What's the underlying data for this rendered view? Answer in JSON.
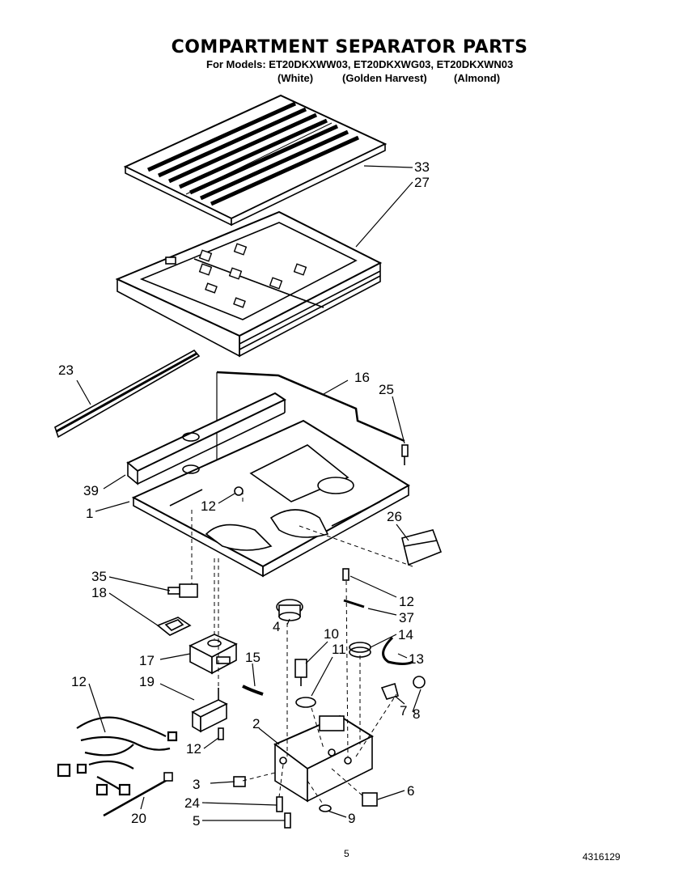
{
  "header": {
    "title": "COMPARTMENT SEPARATOR PARTS",
    "models_label": "For Models:",
    "models": "ET20DKXWW03, ET20DKXWG03, ET20DKXWN03",
    "color_white": "(White)",
    "color_golden": "(Golden Harvest)",
    "color_almond": "(Almond)"
  },
  "callouts": {
    "c33": "33",
    "c27": "27",
    "c23": "23",
    "c16": "16",
    "c25": "25",
    "c39": "39",
    "c12a": "12",
    "c1": "1",
    "c26": "26",
    "c35": "35",
    "c18": "18",
    "c12b": "12",
    "c37": "37",
    "c4": "4",
    "c14": "14",
    "c10": "10",
    "c11": "11",
    "c13": "13",
    "c17": "17",
    "c15": "15",
    "c19": "19",
    "c8": "8",
    "c7": "7",
    "c12c": "12",
    "c2": "2",
    "c12d": "12",
    "c3": "3",
    "c6": "6",
    "c24": "24",
    "c5": "5",
    "c9": "9",
    "c20": "20"
  },
  "footer": {
    "page_number": "5",
    "doc_number": "4316129"
  }
}
